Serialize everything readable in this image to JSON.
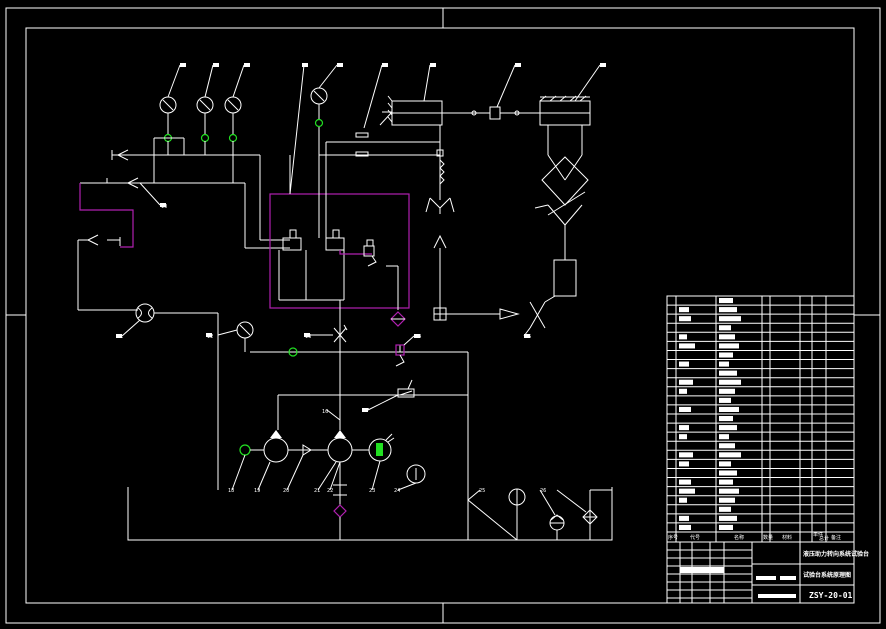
{
  "title_block": {
    "header_labels": [
      "序号",
      "代号",
      "名称",
      "数量",
      "材料",
      "单件",
      "总计",
      "备注"
    ],
    "drawing_title_line1": "液压助力转向系统试验台",
    "drawing_title_line2": "试验台系统原理图",
    "drawing_number": "ZSY-20-01",
    "row_count": 26
  },
  "callouts": {
    "c1": "1",
    "c2": "2",
    "c3": "3",
    "c4": "4",
    "c5": "5",
    "c6": "6",
    "c7": "7",
    "c8": "8",
    "c9": "9",
    "c10": "10",
    "c11": "11",
    "c12": "12",
    "c13": "13",
    "c14": "14",
    "c15": "15",
    "c16": "16",
    "c17": "17",
    "c18": "18",
    "c19": "19",
    "c20": "20",
    "c21": "21",
    "c22": "22",
    "c23": "23",
    "c24": "24",
    "c25": "25",
    "c26": "26"
  },
  "colors": {
    "background": "#000000",
    "line": "#ffffff",
    "pipe_highlight": "#b020b0",
    "sensor": "#22e022"
  }
}
